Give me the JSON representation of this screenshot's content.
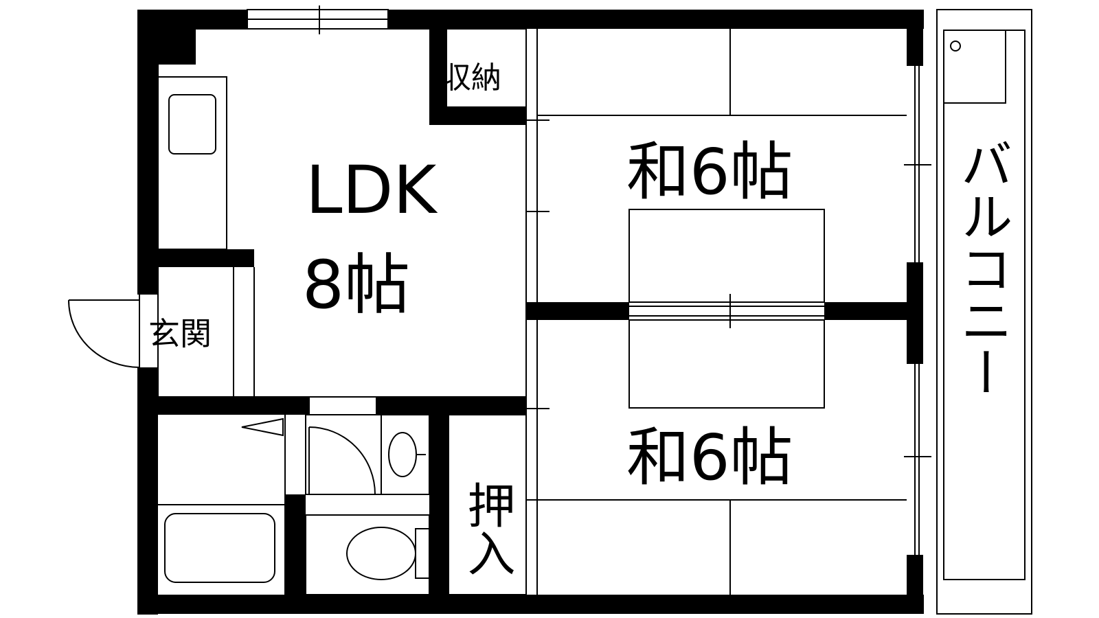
{
  "floorplan": {
    "rooms": {
      "ldk_name": "LDK",
      "ldk_size": "8帖",
      "washitsu_upper": "和6帖",
      "washitsu_lower": "和6帖",
      "storage": "収納",
      "entrance": "玄関",
      "closet": "押入",
      "balcony": "バルコニー"
    },
    "colors": {
      "wall": "#000000",
      "background": "#ffffff"
    }
  }
}
